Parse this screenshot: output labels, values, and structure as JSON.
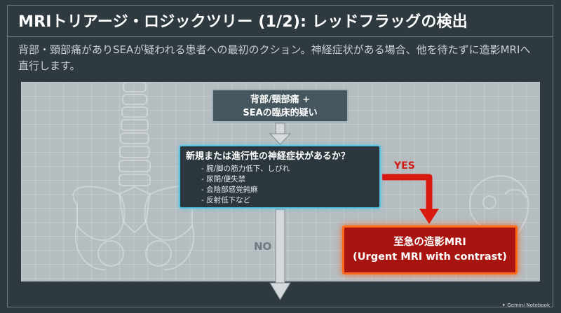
{
  "header": {
    "title": "MRIトリアージ・ロジックツリー (1/2): レッドフラッグの検出",
    "subtitle": "背部・頸部痛がありSEAが疑われる患者への最初のクション。神経症状がある場合、他を待たずに造影MRIへ直行します。"
  },
  "diagram": {
    "start_node": {
      "line1": "背部/頸部痛 +",
      "line2": "SEAの臨床的疑い"
    },
    "question_node": {
      "title": "新規または進行性の神経症状があるか？",
      "items": [
        "腕/脚の筋力低下、しびれ",
        "尿閉/便失禁",
        "会陰部感覚鈍麻",
        "反射低下など"
      ]
    },
    "yes_label": "YES",
    "no_label": "NO",
    "urgent_node": {
      "line1": "至急の造影MRI",
      "line2": "(Urgent MRI with contrast)"
    },
    "colors": {
      "question_border": "#56c4e4",
      "urgent_fill": "#a8140f",
      "urgent_border": "#ff6a1a",
      "yes_arrow": "#d9180f",
      "flow_arrow": "#d5d9db"
    }
  },
  "footer": {
    "brand": "Gemini Notebook",
    "brand_icon": "gemini-notebook-icon"
  }
}
